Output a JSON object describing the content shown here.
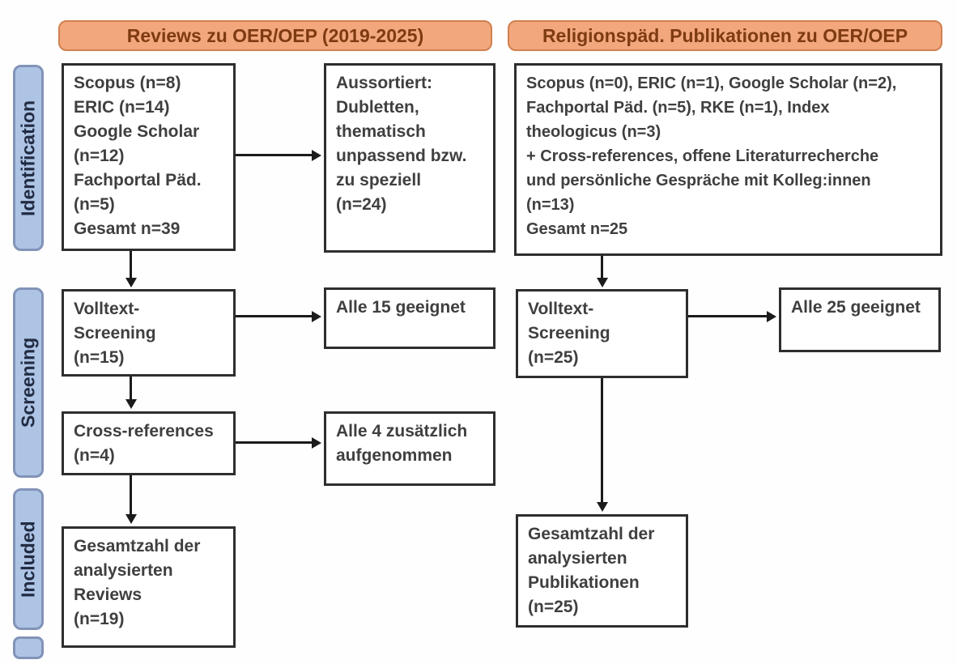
{
  "headers": [
    {
      "label": "Reviews zu OER/OEP (2019-2025)"
    },
    {
      "label": "Religionspäd. Publikationen zu OER/OEP"
    }
  ],
  "stages": [
    {
      "label": "Identification"
    },
    {
      "label": "Screening"
    },
    {
      "label": "Included"
    }
  ],
  "boxes": {
    "left_sources": {
      "lines": [
        "Scopus (n=8)",
        "ERIC (n=14)",
        "Google Scholar",
        "(n=12)",
        "Fachportal Päd.",
        "(n=5)",
        "Gesamt n=39"
      ]
    },
    "left_excluded": {
      "lines": [
        "Aussortiert:",
        "Dubletten,",
        "thematisch",
        "unpassend bzw.",
        "zu speziell",
        "(n=24)"
      ]
    },
    "left_screening": {
      "lines": [
        "Volltext-",
        "Screening",
        "(n=15)"
      ]
    },
    "left_eligible": {
      "lines": [
        "Alle 15 geeignet"
      ]
    },
    "left_crossref": {
      "lines": [
        "Cross-references",
        "(n=4)"
      ]
    },
    "left_added": {
      "lines": [
        "Alle 4 zusätzlich",
        "aufgenommen"
      ]
    },
    "left_included": {
      "lines": [
        "Gesamtzahl der",
        "analysierten",
        "Reviews",
        "(n=19)"
      ]
    },
    "right_sources": {
      "lines": [
        "Scopus (n=0), ERIC (n=1), Google Scholar (n=2),",
        "Fachportal Päd. (n=5), RKE (n=1), Index",
        "theologicus (n=3)",
        "+ Cross-references, offene Literaturrecherche",
        "und persönliche Gespräche mit Kolleg:innen",
        "(n=13)",
        "Gesamt n=25"
      ]
    },
    "right_screening": {
      "lines": [
        "Volltext-",
        "Screening",
        "(n=25)"
      ]
    },
    "right_eligible": {
      "lines": [
        "Alle 25 geeignet"
      ]
    },
    "right_included": {
      "lines": [
        "Gesamtzahl der",
        "analysierten",
        "Publikationen",
        "(n=25)"
      ]
    }
  },
  "colors": {
    "orange-fill": "#F2A77D",
    "orange-border": "#D08050",
    "orange-text": "#7E3A12",
    "blue-fill": "#AEC4E5",
    "blue-border": "#8193B8",
    "blue-text": "#212B42",
    "box-border": "#2E2E2E",
    "box-text": "#3F3F3F",
    "arrow": "#1B1B1B",
    "background": "#FEFEFE"
  }
}
